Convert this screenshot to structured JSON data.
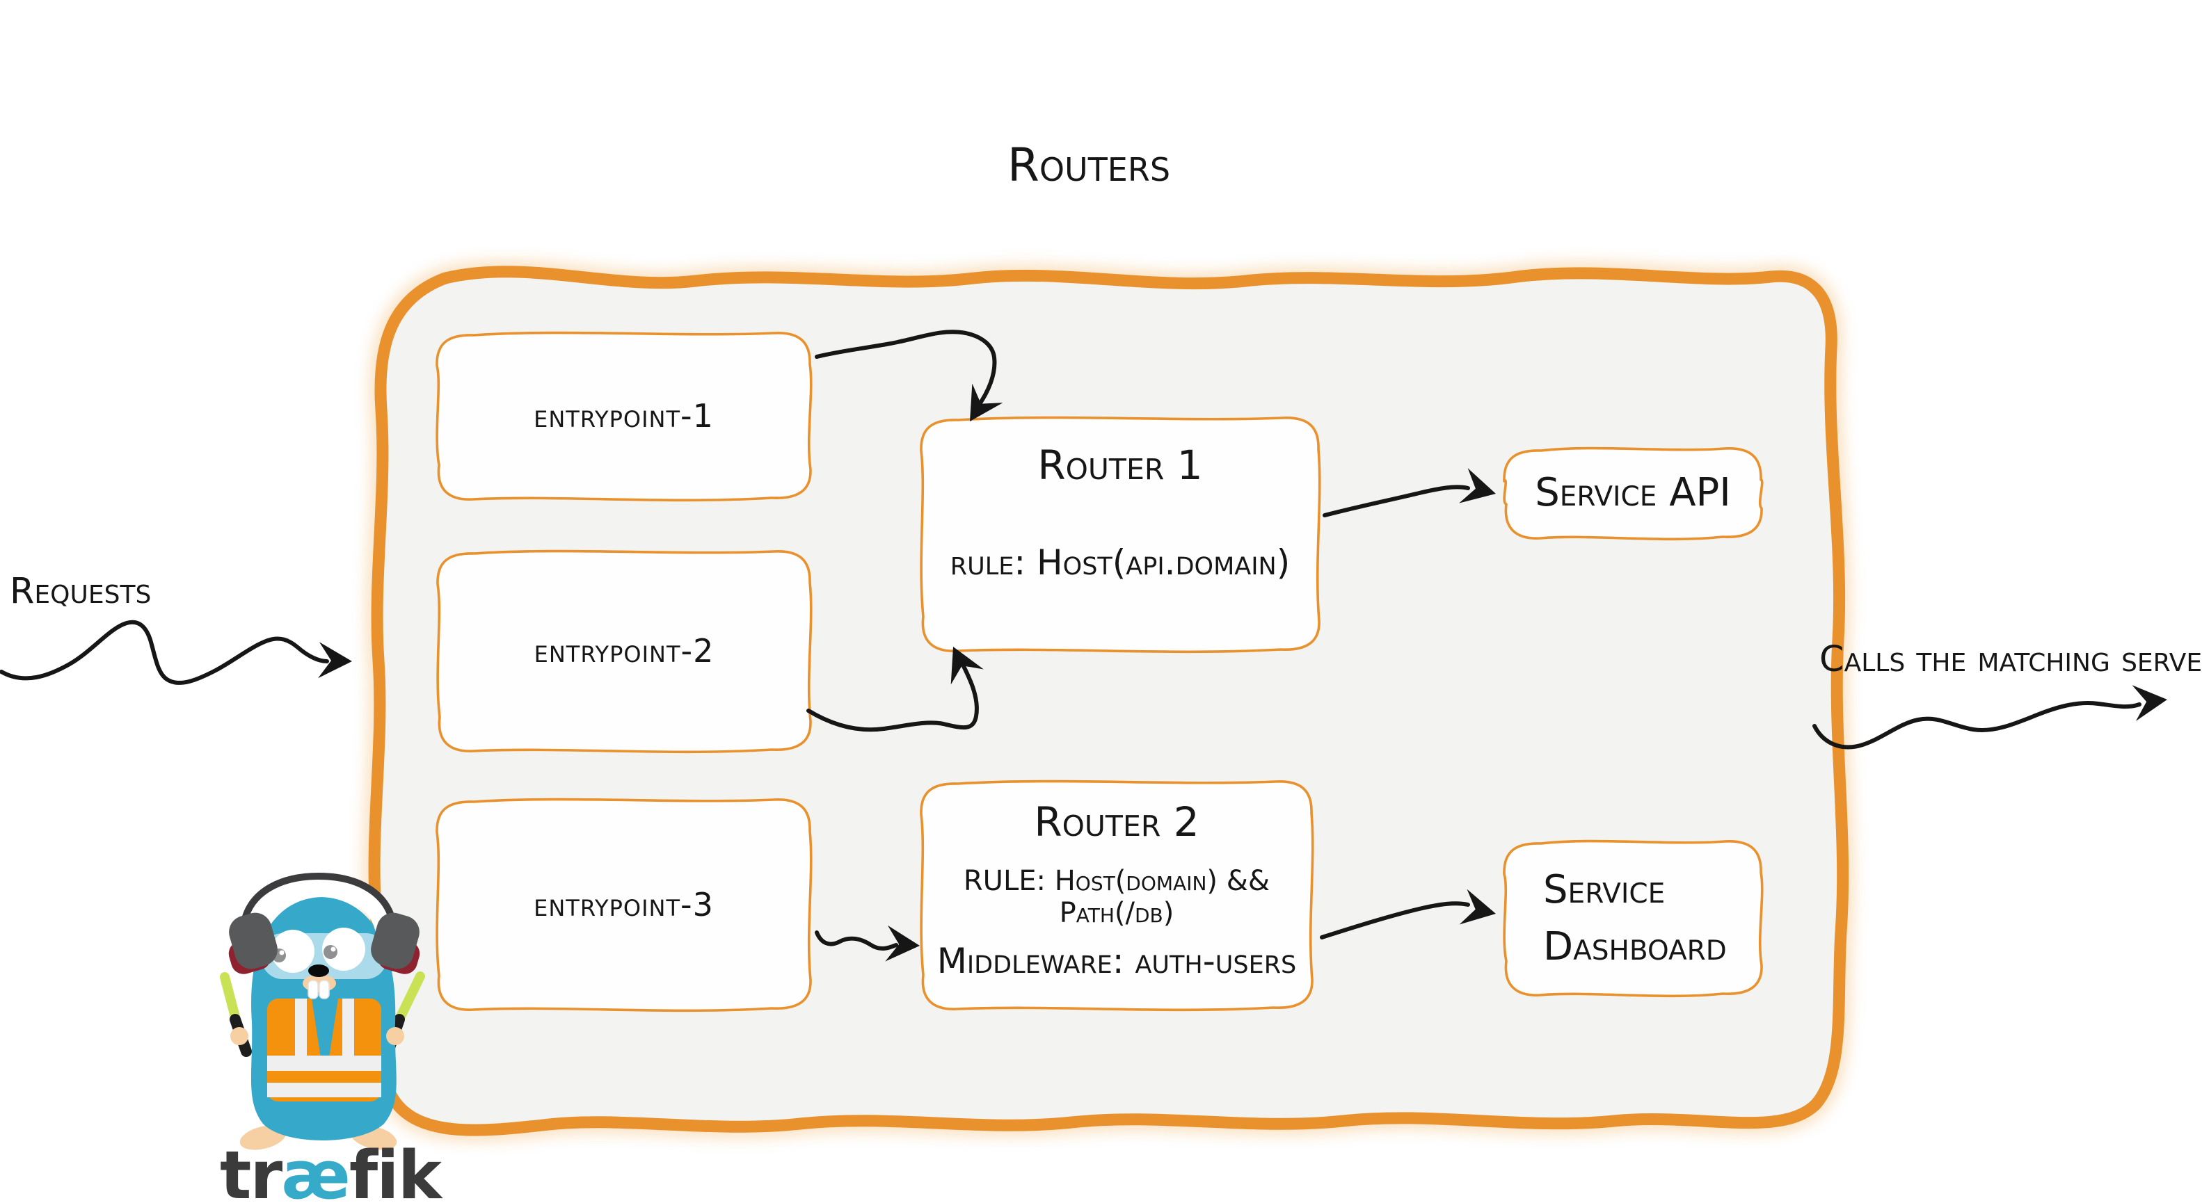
{
  "diagram": {
    "title": "Routers",
    "requests_label": "Requests",
    "calls_label": "Calls the matching server",
    "entrypoints": [
      {
        "label": "entrypoint-1"
      },
      {
        "label": "entrypoint-2"
      },
      {
        "label": "entrypoint-3"
      }
    ],
    "routers": [
      {
        "name": "Router 1",
        "rule": "rule: Host(api.domain)"
      },
      {
        "name": "Router 2",
        "rule": "RULE: Host(domain) && Path(/db)",
        "middleware": "Middleware: auth-users"
      }
    ],
    "services": [
      {
        "label": "Service API"
      },
      {
        "label": "Service Dashboard"
      }
    ]
  },
  "logo": {
    "mascot": "traefik-gopher",
    "wordmark": {
      "pre": "tr",
      "ligature": "æ",
      "post": "fik"
    }
  },
  "colors": {
    "accent_orange": "#E8912D",
    "panel_fill": "#F3F3F1",
    "ink": "#161616",
    "traefik_teal": "#36A9CB",
    "vest_orange": "#F4920D",
    "stick_green": "#C9E154",
    "headphone_gray": "#58595B",
    "headphone_red": "#8E222E",
    "wordmark_gray": "#3B3B3B",
    "wordmark_blue": "#35ABC9"
  }
}
